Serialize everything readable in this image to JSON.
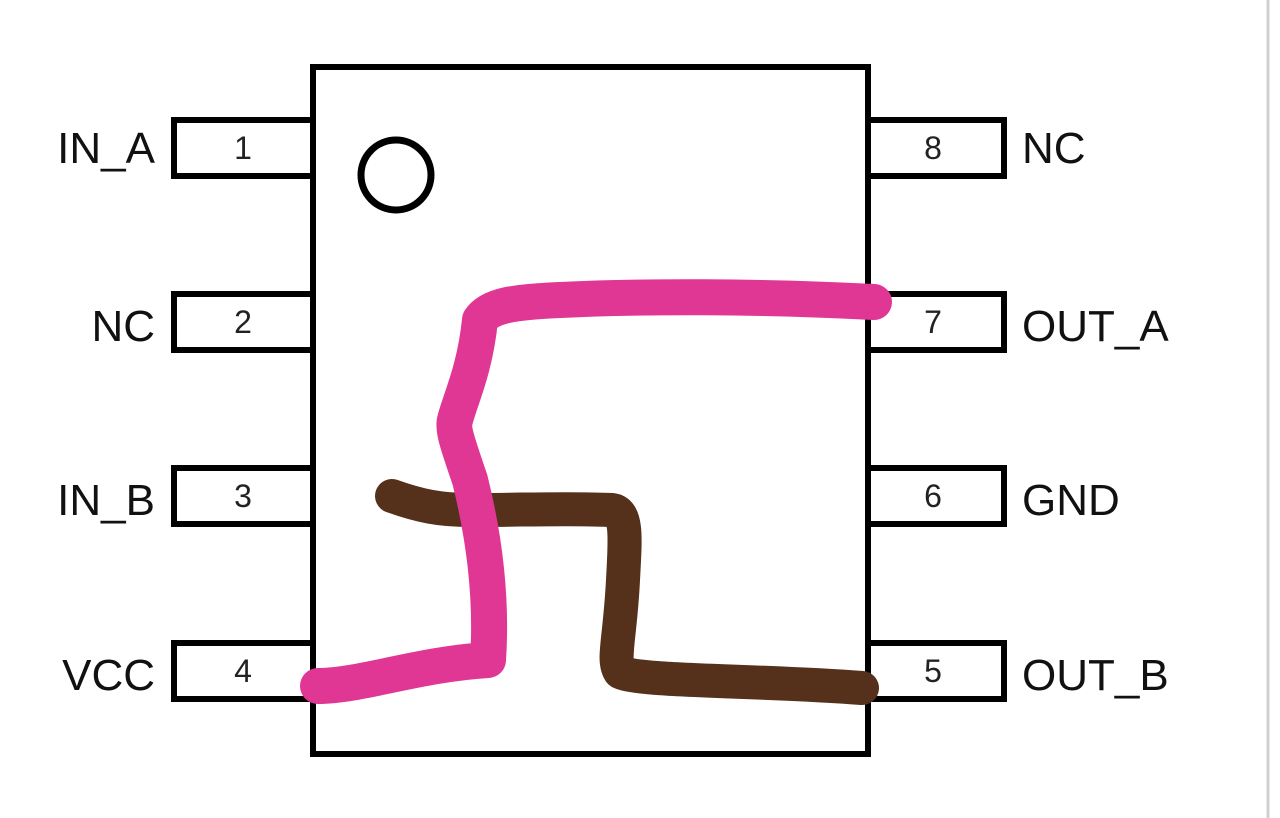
{
  "pins": [
    {
      "number": "1",
      "name": "IN_A"
    },
    {
      "number": "2",
      "name": "NC"
    },
    {
      "number": "3",
      "name": "IN_B"
    },
    {
      "number": "4",
      "name": "VCC"
    },
    {
      "number": "5",
      "name": "OUT_B"
    },
    {
      "number": "6",
      "name": "GND"
    },
    {
      "number": "7",
      "name": "OUT_A"
    },
    {
      "number": "8",
      "name": "NC"
    }
  ],
  "colors": {
    "body_stroke": "#000000",
    "pink_wire": "#e03694",
    "brown_wire": "#55311b"
  }
}
